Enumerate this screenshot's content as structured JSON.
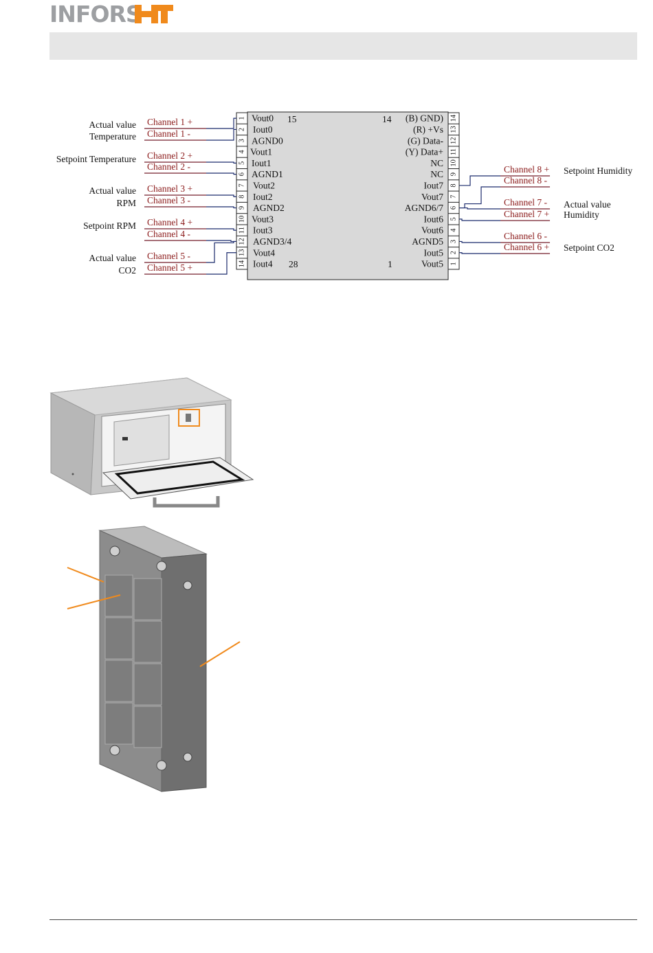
{
  "header": {
    "logo_text": "INFORS",
    "logo_mark": "HT",
    "brand_color": "#9d9fa2",
    "accent_color": "#f08a1c"
  },
  "diagram": {
    "left_groups": [
      {
        "lines": [
          "Actual value",
          "Temperature"
        ]
      },
      {
        "lines": [
          "Setpoint Temperature"
        ]
      },
      {
        "lines": [
          "Actual value",
          "RPM"
        ]
      },
      {
        "lines": [
          "Setpoint RPM"
        ]
      },
      {
        "lines": [
          "Actual value",
          "CO2"
        ]
      }
    ],
    "left_channels": [
      "Channel 1 +",
      "Channel 1 -",
      "Channel 2 +",
      "Channel 2 -",
      "Channel 3 +",
      "Channel 3 -",
      "Channel 4 +",
      "Channel 4 -",
      "Channel 5 -",
      "Channel 5 +"
    ],
    "left_pin_numbers": [
      "1",
      "2",
      "3",
      "4",
      "5",
      "6",
      "7",
      "8",
      "9",
      "10",
      "11",
      "12",
      "13",
      "14"
    ],
    "left_pin_labels": [
      "Vout0",
      "Iout0",
      "AGND0",
      "Vout1",
      "Iout1",
      "AGND1",
      "Vout2",
      "Iout2",
      "AGND2",
      "Vout3",
      "Iout3",
      "AGND3/4",
      "Vout4",
      "Iout4"
    ],
    "left_corner_top": "15",
    "left_corner_bottom": "28",
    "right_pin_labels": [
      "(B) GND)",
      "(R) +Vs",
      "(G) Data-",
      "(Y) Data+",
      "NC",
      "NC",
      "Iout7",
      "Vout7",
      "AGND6/7",
      "Iout6",
      "Vout6",
      "AGND5",
      "Iout5",
      "Vout5"
    ],
    "right_pin_numbers": [
      "14",
      "13",
      "12",
      "11",
      "10",
      "9",
      "8",
      "7",
      "6",
      "5",
      "4",
      "3",
      "2",
      "1"
    ],
    "right_corner_top": "14",
    "right_corner_bottom": "1",
    "right_channels": [
      "Channel 8 +",
      "Channel 8 -",
      "Channel 7 -",
      "Channel 7 +",
      "Channel 6 -",
      "Channel 6 +"
    ],
    "right_groups": [
      {
        "lines": [
          "Setpoint Humidity"
        ]
      },
      {
        "lines": [
          "Actual value",
          "Humidity"
        ]
      },
      {
        "lines": [
          "Setpoint CO2"
        ]
      }
    ]
  }
}
